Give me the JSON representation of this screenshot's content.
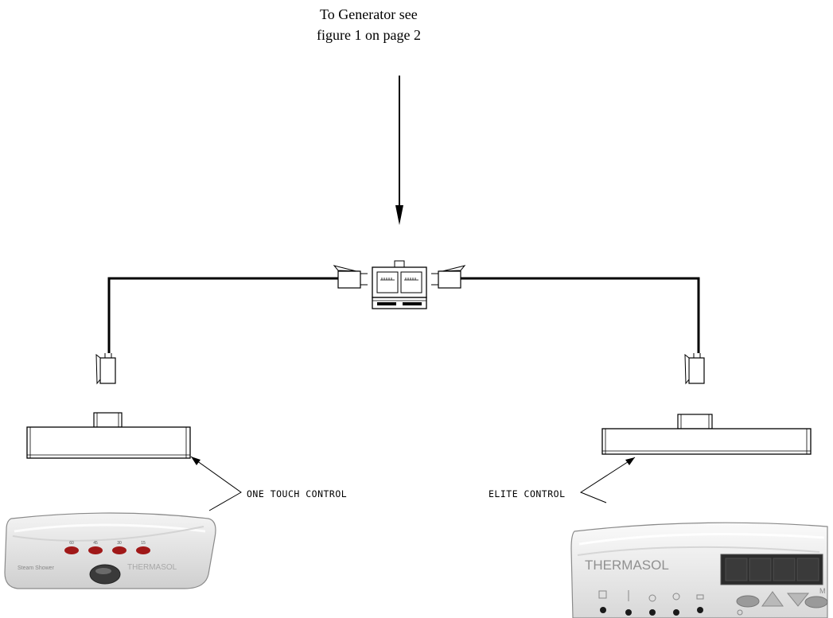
{
  "header": {
    "line1": "To Generator see",
    "line2": "figure 1 on page 2"
  },
  "labels": {
    "one_touch": "ONE TOUCH CONTROL",
    "elite": "ELITE CONTROL"
  },
  "one_touch_panel": {
    "leds": [
      "60",
      "45",
      "30",
      "15"
    ],
    "left_text": "Steam Shower",
    "brand": "THERMASOL"
  },
  "elite_panel": {
    "brand": "THERMASOL",
    "mode_key": "M"
  },
  "colors": {
    "line": "#000000",
    "led_red": "#a01818",
    "panel_gray": "#e6e6e6"
  }
}
